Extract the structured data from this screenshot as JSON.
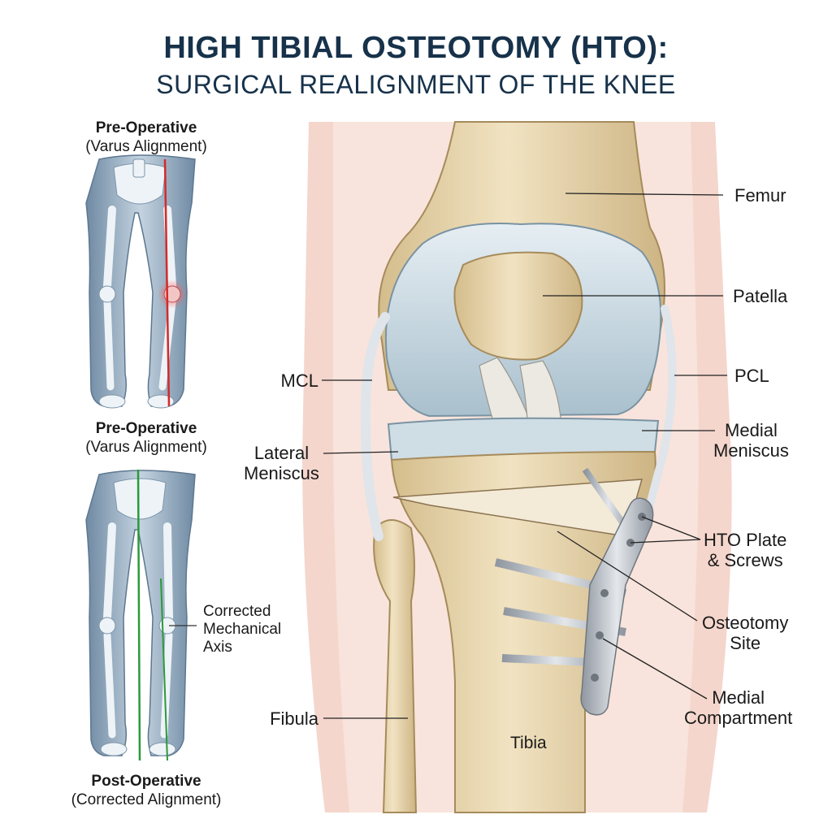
{
  "title": {
    "line1": "HIGH TIBIAL OSTEOTOMY (HTO):",
    "line2": "SURGICAL REALIGNMENT OF THE KNEE"
  },
  "panels": {
    "top": {
      "heading": "Pre-Operative",
      "sub": "(Varus Alignment)"
    },
    "middle": {
      "heading": "Pre-Operative",
      "sub": "(Varus Alignment)"
    },
    "bottom": {
      "heading": "Post-Operative",
      "sub": "(Corrected Alignment)"
    },
    "axis_label": {
      "line1": "Corrected",
      "line2": "Mechanical",
      "line3": "Axis"
    }
  },
  "labels": {
    "femur": "Femur",
    "patella": "Patella",
    "pcl": "PCL",
    "mcl": "MCL",
    "medial_meniscus": {
      "line1": "Medial",
      "line2": "Meniscus"
    },
    "lateral_meniscus": {
      "line1": "Lateral",
      "line2": "Meniscus"
    },
    "hto_plate": {
      "line1": "HTO Plate",
      "line2": "& Screws"
    },
    "osteotomy_site": {
      "line1": "Osteotomy",
      "line2": "Site"
    },
    "medial_compartment": {
      "line1": "Medial",
      "line2": "Compartment"
    },
    "fibula": "Fibula",
    "tibia": "Tibia"
  },
  "colors": {
    "title": "#17324a",
    "varus_axis": "#d42a2a",
    "corrected_axis": "#2a9a3a",
    "bone": "#e8d6ae",
    "cartilage": "#c9dbe4",
    "skin": "#f4d6cc",
    "metal": "#b7bdc4",
    "leg_silhouette": "#8fa9bf"
  }
}
